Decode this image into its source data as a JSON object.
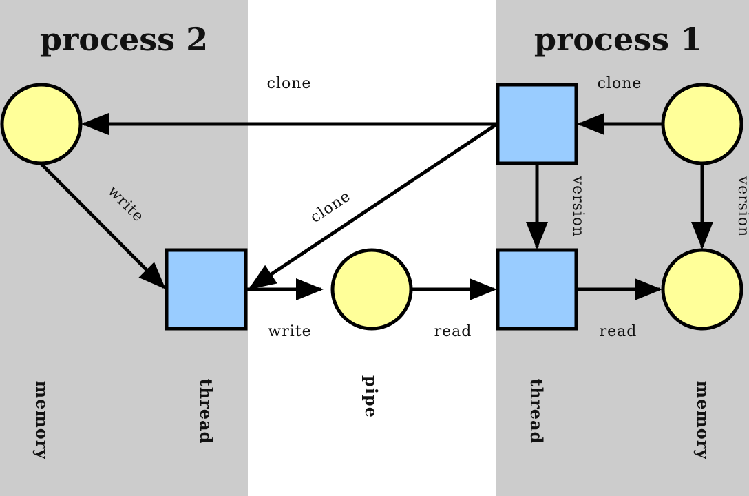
{
  "panels": {
    "left_title": "process 2",
    "right_title": "process 1"
  },
  "colors": {
    "panel_bg": "#cccccc",
    "memory_fill": "#ffff99",
    "thread_fill": "#99ccff",
    "stroke": "#000000"
  },
  "edge_labels": {
    "clone_top_left": "clone",
    "clone_top_right": "clone",
    "clone_diagonal": "clone",
    "write_diagonal": "write",
    "write_bottom": "write",
    "read_left": "read",
    "read_right": "read",
    "version_left": "version",
    "version_right": "version"
  },
  "columns": {
    "memory_left": "memory",
    "thread_left": "thread",
    "pipe": "pipe",
    "thread_right": "thread",
    "memory_right": "memory"
  }
}
